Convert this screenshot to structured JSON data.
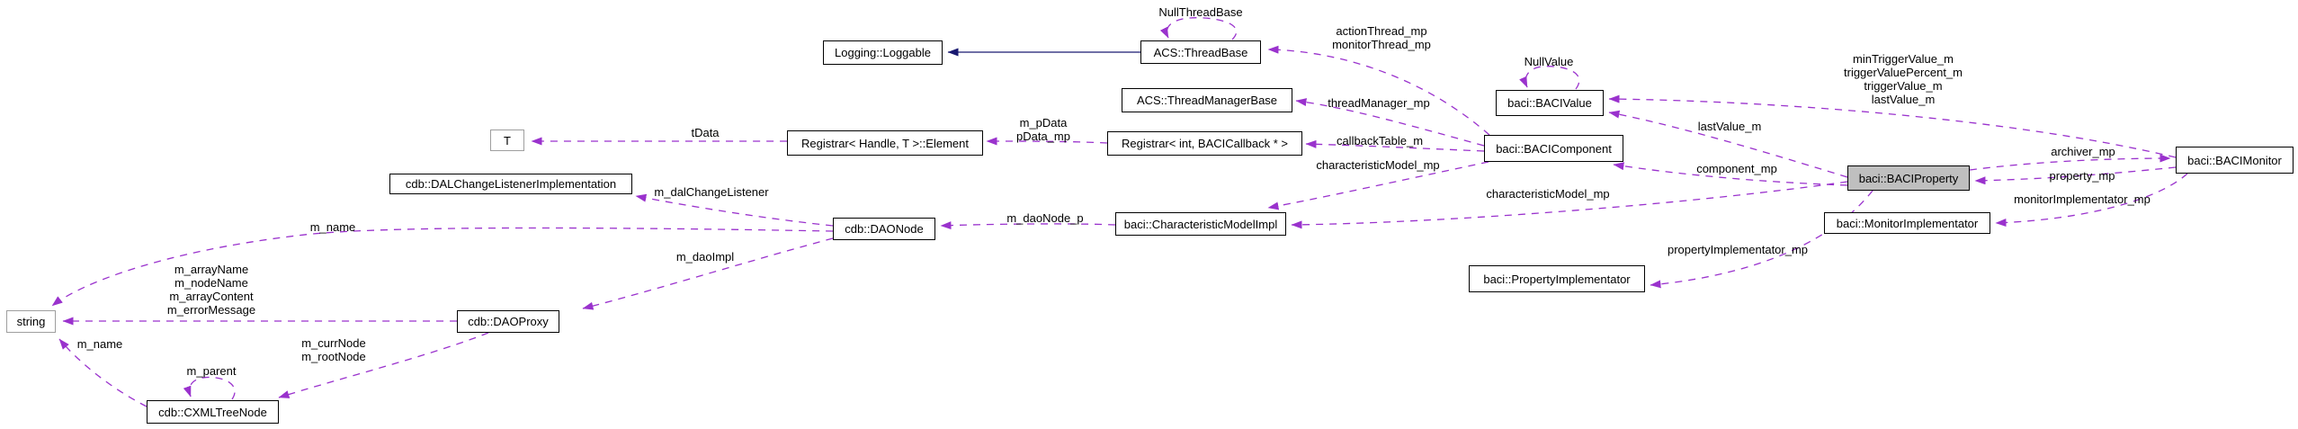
{
  "colors": {
    "usage_edge": "#9a32cd",
    "inheritance_edge": "#191970",
    "node_border": "#000000",
    "selected_node_fill": "#bfbfbf",
    "template_node_border": "#9e9e9e"
  },
  "nodes": {
    "loggable": {
      "label": "Logging::Loggable"
    },
    "threadbase": {
      "label": "ACS::ThreadBase"
    },
    "threadmanagerbase": {
      "label": "ACS::ThreadManagerBase"
    },
    "registrar_element": {
      "label": "Registrar< Handle, T >::Element"
    },
    "registrar_callback": {
      "label": "Registrar< int, BACICallback * >"
    },
    "t": {
      "label": "T"
    },
    "dal_listener": {
      "label": "cdb::DALChangeListenerImplementation"
    },
    "dao_node": {
      "label": "cdb::DAONode"
    },
    "char_model": {
      "label": "baci::CharacteristicModelImpl"
    },
    "baci_value": {
      "label": "baci::BACIValue"
    },
    "baci_component": {
      "label": "baci::BACIComponent"
    },
    "baci_property": {
      "label": "baci::BACIProperty"
    },
    "baci_monitor": {
      "label": "baci::BACIMonitor"
    },
    "monitor_impl": {
      "label": "baci::MonitorImplementator"
    },
    "property_impl": {
      "label": "baci::PropertyImplementator"
    },
    "string": {
      "label": "string"
    },
    "dao_proxy": {
      "label": "cdb::DAOProxy"
    },
    "cxml": {
      "label": "cdb::CXMLTreeNode"
    }
  },
  "labels": {
    "null_thread_base": {
      "l1": "NullThreadBase"
    },
    "action_thread": {
      "l1": "actionThread_mp",
      "l2": "monitorThread_mp"
    },
    "null_value": {
      "l1": "NullValue"
    },
    "trigger_block": {
      "l1": "minTriggerValue_m",
      "l2": "triggerValuePercent_m",
      "l3": "triggerValue_m",
      "l4": "lastValue_m"
    },
    "thread_manager_mp": {
      "l1": "threadManager_mp"
    },
    "m_pdata_block": {
      "l1": "m_pData",
      "l2": "pData_mp"
    },
    "callback_table": {
      "l1": "callbackTable_m"
    },
    "last_value": {
      "l1": "lastValue_m"
    },
    "char_model_upper": {
      "l1": "characteristicModel_mp"
    },
    "char_model_lower": {
      "l1": "characteristicModel_mp"
    },
    "component_mp": {
      "l1": "component_mp"
    },
    "archiver_mp": {
      "l1": "archiver_mp"
    },
    "property_mp": {
      "l1": "property_mp"
    },
    "monitor_impl_mp": {
      "l1": "monitorImplementator_mp"
    },
    "property_impl_mp": {
      "l1": "propertyImplementator_mp"
    },
    "tdata": {
      "l1": "tData"
    },
    "dal_change_listener": {
      "l1": "m_dalChangeListener"
    },
    "dao_node_p": {
      "l1": "m_daoNode_p"
    },
    "m_name_upper": {
      "l1": "m_name"
    },
    "m_dao_impl": {
      "l1": "m_daoImpl"
    },
    "m_array_block": {
      "l1": "m_arrayName",
      "l2": "m_nodeName",
      "l3": "m_arrayContent",
      "l4": "m_errorMessage"
    },
    "m_name_lower": {
      "l1": "m_name"
    },
    "m_curr_block": {
      "l1": "m_currNode",
      "l2": "m_rootNode"
    },
    "m_parent": {
      "l1": "m_parent"
    }
  }
}
